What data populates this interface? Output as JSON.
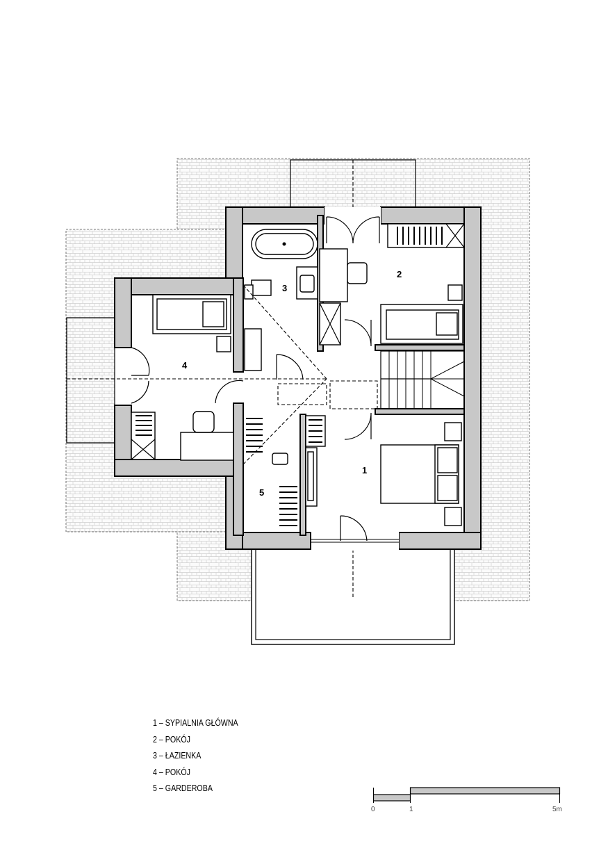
{
  "rooms": [
    {
      "num": "1",
      "name": "SYPIALNIA GŁÓWNA"
    },
    {
      "num": "2",
      "name": "POKÓJ"
    },
    {
      "num": "3",
      "name": "ŁAZIENKA"
    },
    {
      "num": "4",
      "name": "POKÓJ"
    },
    {
      "num": "5",
      "name": "GARDEROBA"
    }
  ],
  "legend_sep": "–",
  "scale": {
    "labels": [
      "0",
      "1",
      "5m"
    ]
  }
}
